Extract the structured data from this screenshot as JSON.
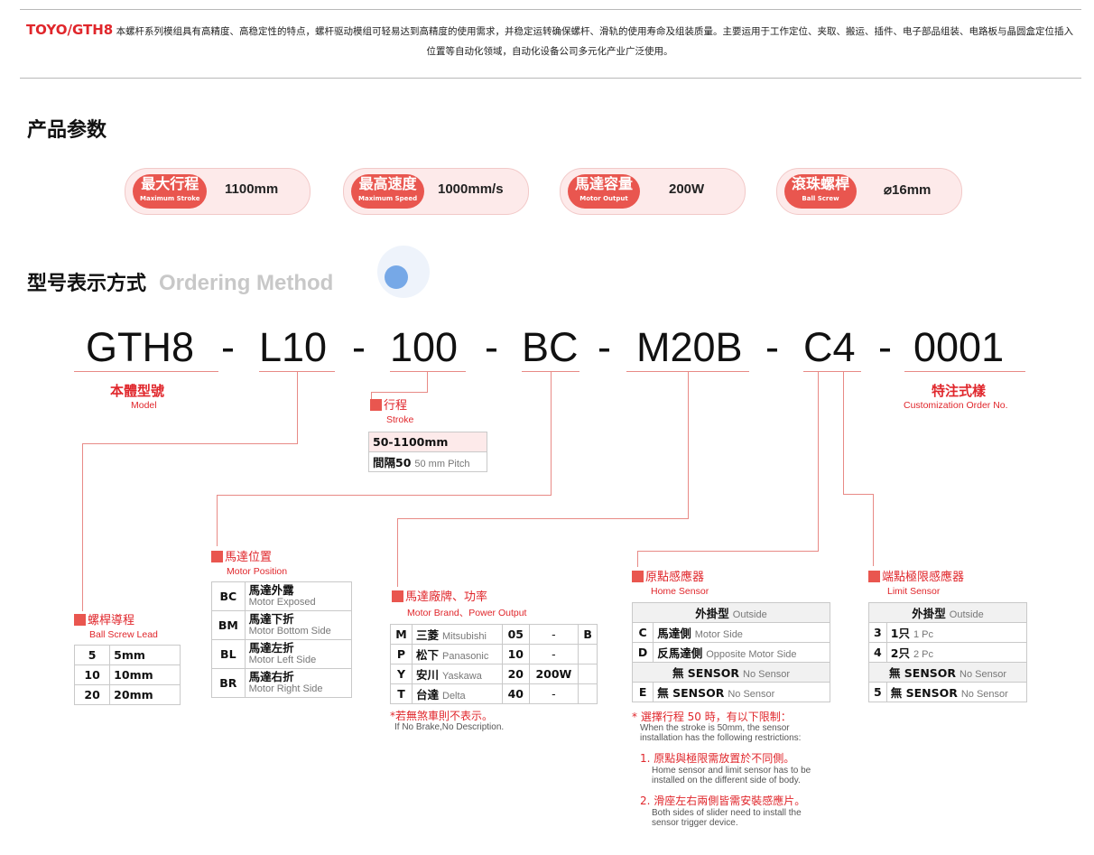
{
  "intro": {
    "brand": "TOYO/GTH8",
    "text": "本螺杆系列模组具有高精度、高稳定性的特点，螺杆驱动模组可轻易达到高精度的使用需求，并稳定运转确保螺杆、滑轨的使用寿命及组装质量。主要运用于工作定位、夹取、搬运、插件、电子部品组装、电路板与晶圆盒定位插入位置等自动化领域，自动化设备公司多元化产业广泛使用。"
  },
  "params": {
    "title": "产品参数",
    "items": [
      {
        "zh": "最大行程",
        "en": "Maximum Stroke",
        "value": "1100mm"
      },
      {
        "zh": "最高速度",
        "en": "Maximum Speed",
        "value": "1000mm/s"
      },
      {
        "zh": "馬達容量",
        "en": "Motor Output",
        "value": "200W"
      },
      {
        "zh": "滾珠螺桿",
        "en": "Ball Screw",
        "value": "⌀16mm"
      }
    ]
  },
  "ordering": {
    "title": "型号表示方式",
    "subtitle": "Ordering Method",
    "code": [
      "GTH8",
      "-",
      "L10",
      "-",
      "100",
      "-",
      "BC",
      "-",
      "M20B",
      "-",
      "C4",
      "-",
      "0001"
    ],
    "model": {
      "zh": "本體型號",
      "en": "Model"
    },
    "custom": {
      "zh": "特注式樣",
      "en": "Customization Order No."
    },
    "stroke": {
      "zh": "行程",
      "en": "Stroke",
      "range": "50-1100mm",
      "pitch_zh": "間隔50",
      "pitch_en": "50 mm Pitch"
    },
    "lead": {
      "zh": "螺桿導程",
      "en": "Ball Screw Lead",
      "rows": [
        [
          "5",
          "5mm"
        ],
        [
          "10",
          "10mm"
        ],
        [
          "20",
          "20mm"
        ]
      ]
    },
    "motor_pos": {
      "zh": "馬達位置",
      "en": "Motor Position",
      "rows": [
        {
          "k": "BC",
          "zh": "馬達外露",
          "en": "Motor Exposed"
        },
        {
          "k": "BM",
          "zh": "馬達下折",
          "en": "Motor Bottom Side"
        },
        {
          "k": "BL",
          "zh": "馬達左折",
          "en": "Motor Left Side"
        },
        {
          "k": "BR",
          "zh": "馬達右折",
          "en": "Motor Right Side"
        }
      ]
    },
    "motor_brand": {
      "zh": "馬達廠牌、功率",
      "en": "Motor Brand、Power Output",
      "rows": [
        {
          "k": "M",
          "zh": "三菱",
          "en": "Mitsubishi",
          "code": "05",
          "power": "-",
          "brake": "B"
        },
        {
          "k": "P",
          "zh": "松下",
          "en": "Panasonic",
          "code": "10",
          "power": "-",
          "brake": ""
        },
        {
          "k": "Y",
          "zh": "安川",
          "en": "Yaskawa",
          "code": "20",
          "power": "200W",
          "brake": ""
        },
        {
          "k": "T",
          "zh": "台達",
          "en": "Delta",
          "code": "40",
          "power": "-",
          "brake": ""
        }
      ],
      "note_zh": "*若無煞車則不表示。",
      "note_en": "If No Brake,No Description."
    },
    "home": {
      "zh": "原點感應器",
      "en": "Home Sensor",
      "outside_zh": "外掛型",
      "outside_en": "Outside",
      "rows": [
        {
          "k": "C",
          "zh": "馬達側",
          "en": "Motor Side"
        },
        {
          "k": "D",
          "zh": "反馬達側",
          "en": "Opposite Motor Side"
        }
      ],
      "nosensor_zh": "無 SENSOR",
      "nosensor_en": "No Sensor",
      "row_e": {
        "k": "E",
        "zh": "無 SENSOR",
        "en": "No Sensor"
      },
      "note_title": "* 選擇行程 50 時，有以下限制：",
      "note_title_en1": "When the stroke is 50mm, the sensor",
      "note_title_en2": "installation has the following restrictions:",
      "note1_zh": "1. 原點與極限需放置於不同側。",
      "note1_en1": "Home sensor and limit sensor has to be",
      "note1_en2": "installed on the different side of body.",
      "note2_zh": "2. 滑座左右兩側皆需安裝感應片。",
      "note2_en1": "Both sides of slider need to install the",
      "note2_en2": "sensor trigger device."
    },
    "limit": {
      "zh": "端點極限感應器",
      "en": "Limit Sensor",
      "outside_zh": "外掛型",
      "outside_en": "Outside",
      "rows": [
        {
          "k": "3",
          "zh": "1只",
          "en": "1 Pc"
        },
        {
          "k": "4",
          "zh": "2只",
          "en": "2 Pc"
        }
      ],
      "nosensor_zh": "無 SENSOR",
      "nosensor_en": "No Sensor",
      "row_5": {
        "k": "5",
        "zh": "無 SENSOR",
        "en": "No Sensor"
      }
    }
  },
  "colors": {
    "accent": "#e0262b",
    "tag": "#e9564f",
    "pill_bg": "#fdeaea",
    "line": "#e88a86"
  }
}
